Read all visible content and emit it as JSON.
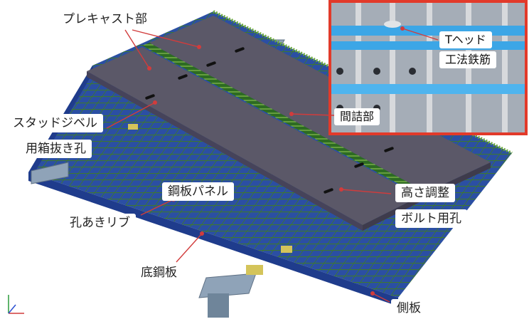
{
  "labels": {
    "precast": "プレキャスト部",
    "t_head_1": "Tヘッド",
    "t_head_2": "工法鉄筋",
    "gap_fill": "間詰部",
    "stud_1": "スタッドジベル",
    "stud_2": "用箱抜き孔",
    "steel_panel": "鋼板パネル",
    "height_1": "高さ調整",
    "height_2": "ボルト用孔",
    "perforated_rib": "孔あきリブ",
    "bottom_plate": "底鋼板",
    "side_plate": "側板"
  },
  "colors": {
    "precast_top": "#5b5868",
    "precast_edge": "#3e3b4c",
    "rebar_green": "#2f5a1e",
    "bottom_plate": "#2b4fa3",
    "side_plate": "#1f3c8c",
    "girder": "#8fa3b8",
    "leader": "#d13c3c",
    "inset_border": "#e23a2a"
  }
}
